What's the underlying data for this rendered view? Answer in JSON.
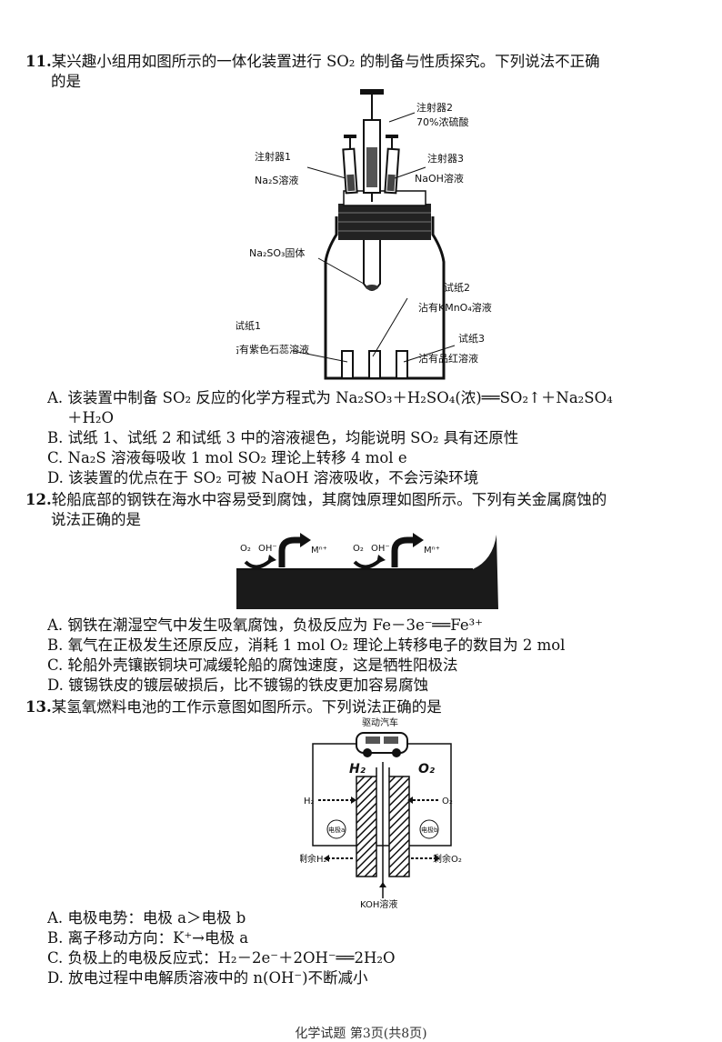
{
  "q11": {
    "number": "11.",
    "stem_line1": "某兴趣小组用如图所示的一体化装置进行 SO₂ 的制备与性质探究。下列说法不正确",
    "stem_line2": "的是",
    "figure_labels": {
      "syringe2": "注射器2",
      "acid": "70%浓硫酸",
      "syringe1": "注射器1",
      "na2s": "Na₂S溶液",
      "syringe3": "注射器3",
      "naoh": "NaOH溶液",
      "na2so3": "Na₂SO₃固体",
      "paper2": "试纸2",
      "paper2_desc": "沾有KMnO₄溶液",
      "paper1": "试纸1",
      "paper1_desc": "沾有紫色石蕊溶液",
      "paper3": "试纸3",
      "paper3_desc": "沾有品红溶液"
    },
    "options": {
      "A_line1": "A. 该装置中制备 SO₂ 反应的化学方程式为 Na₂SO₃＋H₂SO₄(浓)══SO₂↑＋Na₂SO₄",
      "A_line2": "＋H₂O",
      "B": "B. 试纸 1、试纸 2 和试纸 3 中的溶液褪色，均能说明 SO₂ 具有还原性",
      "C": "C. Na₂S 溶液每吸收 1 mol SO₂ 理论上转移 4 mol e",
      "D": "D. 该装置的优点在于 SO₂ 可被 NaOH 溶液吸收，不会污染环境"
    }
  },
  "q12": {
    "number": "12.",
    "stem_line1": "轮船底部的钢铁在海水中容易受到腐蚀，其腐蚀原理如图所示。下列有关金属腐蚀的",
    "stem_line2": "说法正确的是",
    "figure_labels": {
      "o2_left": "O₂",
      "oh_left": "OH⁻",
      "m_left": "Mⁿ⁺",
      "o2_right": "O₂",
      "oh_right": "OH⁻",
      "m_right": "Mⁿ⁺"
    },
    "options": {
      "A": "A. 钢铁在潮湿空气中发生吸氧腐蚀，负极反应为 Fe－3e⁻══Fe³⁺",
      "B": "B. 氧气在正极发生还原反应，消耗 1 mol O₂ 理论上转移电子的数目为 2 mol",
      "C": "C. 轮船外壳镶嵌铜块可减缓轮船的腐蚀速度，这是牺牲阳极法",
      "D": "D. 镀锡铁皮的镀层破损后，比不镀锡的铁皮更加容易腐蚀"
    }
  },
  "q13": {
    "number": "13.",
    "stem": "某氢氧燃料电池的工作示意图如图所示。下列说法正确的是",
    "figure_labels": {
      "car": "驱动汽车",
      "h2_hand": "H₂",
      "o2_hand": "O₂",
      "h2_in": "H₂",
      "o2_in": "O₂",
      "electrode_a": "电极a",
      "electrode_b": "电极b",
      "h2_out": "剩余H₂",
      "o2_out": "剩余O₂",
      "koh": "KOH溶液"
    },
    "options": {
      "A": "A. 电极电势：电极 a＞电极 b",
      "B": "B. 离子移动方向：K⁺→电极 a",
      "C": "C. 负极上的电极反应式：H₂－2e⁻＋2OH⁻══2H₂O",
      "D": "D. 放电过程中电解质溶液中的 n(OH⁻)不断减小"
    }
  },
  "footer": "化学试题 第3页(共8页)"
}
